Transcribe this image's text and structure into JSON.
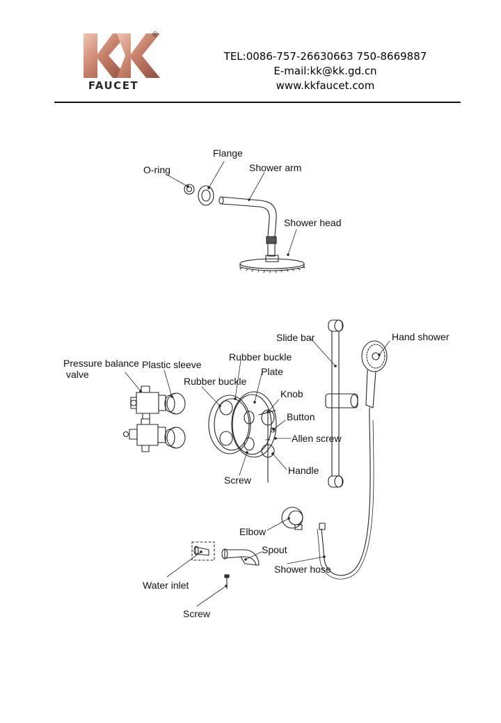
{
  "header": {
    "brand": "FAUCET",
    "registered": "®",
    "tel": "TEL:0086-757-26630663 750-8669887",
    "email": "E-mail:kk@kk.gd.cn",
    "website": "www.kkfaucet.com",
    "colors": {
      "logo_gradient_start": "#e9b29d",
      "logo_gradient_end": "#8e4f3d"
    }
  },
  "top_assembly": {
    "labels": {
      "o_ring": "O-ring",
      "flange": "Flange",
      "shower_arm": "Shower arm",
      "shower_head": "Shower head"
    }
  },
  "bottom_assembly": {
    "labels": {
      "pressure_balance_valve_line1": "Pressure balance",
      "pressure_balance_valve_line2": "valve",
      "plastic_sleeve": "Plastic sleeve",
      "rubber_buckle_top": "Rubber buckle",
      "rubber_buckle_left": "Rubber buckle",
      "plate": "Plate",
      "knob": "Knob",
      "button": "Button",
      "allen_screw": "Allen screw",
      "handle": "Handle",
      "screw_plate": "Screw",
      "slide_bar": "Slide bar",
      "hand_shower": "Hand shower",
      "elbow": "Elbow",
      "spout": "Spout",
      "water_inlet": "Water inlet",
      "shower_hose": "Shower hose",
      "screw_spout": "Screw"
    }
  }
}
